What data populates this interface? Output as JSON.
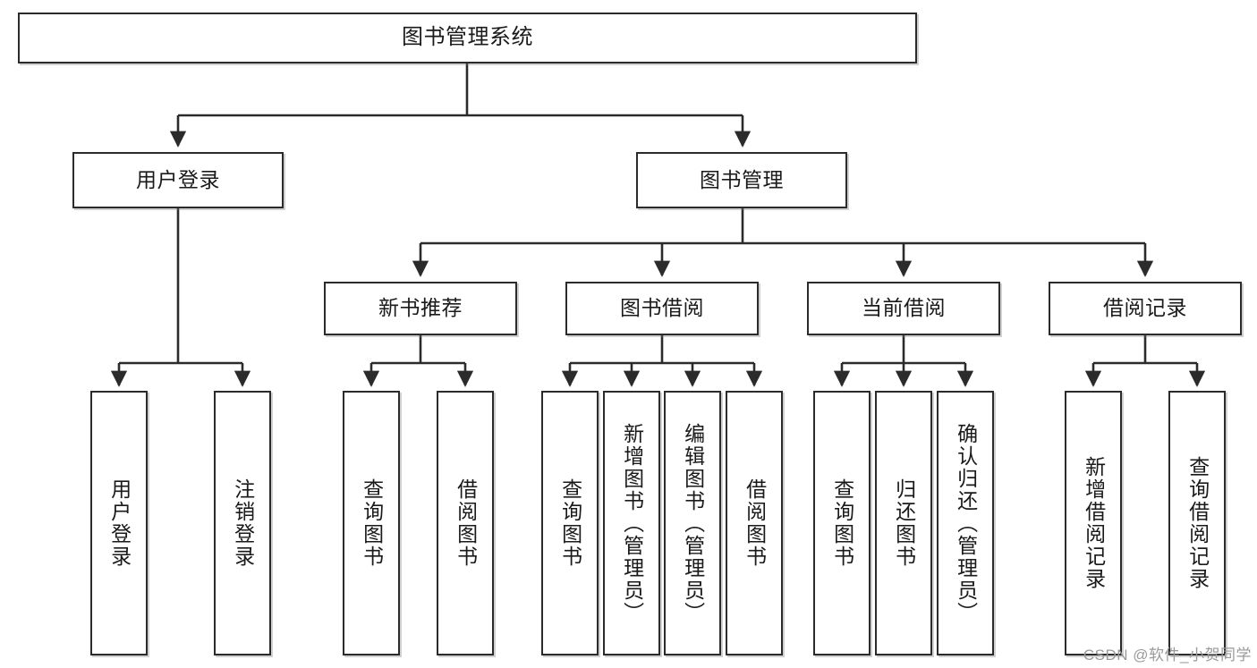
{
  "diagram": {
    "type": "tree",
    "title": "图书管理系统",
    "orientation": "top-down",
    "edge_style": "orthogonal-arrow",
    "colors": {
      "node_border": "#2b2b2b",
      "node_fill": "#ffffff",
      "edge": "#2b2b2b",
      "text": "#1a1a1a",
      "watermark": "#9a9a9a"
    }
  },
  "nodes": {
    "root": {
      "label": "图书管理系统"
    },
    "level1": [
      {
        "id": "user-login",
        "label": "用户登录"
      },
      {
        "id": "book-manage",
        "label": "图书管理"
      }
    ],
    "level2": [
      {
        "id": "new-book-recommend",
        "label": "新书推荐"
      },
      {
        "id": "book-borrow",
        "label": "图书借阅"
      },
      {
        "id": "current-borrow",
        "label": "当前借阅"
      },
      {
        "id": "borrow-record",
        "label": "借阅记录"
      }
    ],
    "leaves": {
      "user-login": [
        {
          "id": "leaf-user-login",
          "label": "用户登录"
        },
        {
          "id": "leaf-logout-login",
          "label": "注销登录"
        }
      ],
      "new-book-recommend": [
        {
          "id": "leaf-query-book-1",
          "label": "查询图书"
        },
        {
          "id": "leaf-borrow-book-1",
          "label": "借阅图书"
        }
      ],
      "book-borrow": [
        {
          "id": "leaf-query-book-2",
          "label": "查询图书"
        },
        {
          "id": "leaf-add-book",
          "label": "新增图书（管理员）"
        },
        {
          "id": "leaf-edit-book",
          "label": "编辑图书（管理员）"
        },
        {
          "id": "leaf-borrow-book-2",
          "label": "借阅图书"
        }
      ],
      "current-borrow": [
        {
          "id": "leaf-query-book-3",
          "label": "查询图书"
        },
        {
          "id": "leaf-return-book",
          "label": "归还图书"
        },
        {
          "id": "leaf-confirm-return",
          "label": "确认归还（管理员）"
        }
      ],
      "borrow-record": [
        {
          "id": "leaf-add-record",
          "label": "新增借阅记录"
        },
        {
          "id": "leaf-query-record",
          "label": "查询借阅记录"
        }
      ]
    }
  },
  "watermark": {
    "text": "CSDN @软件_小贺同学"
  }
}
